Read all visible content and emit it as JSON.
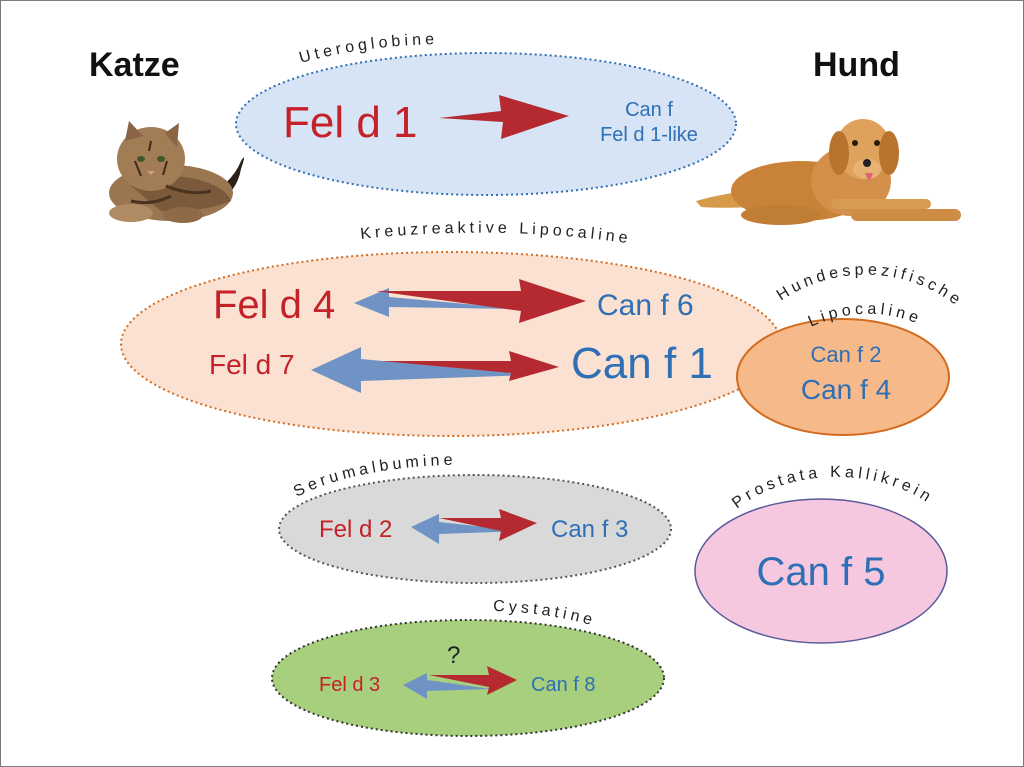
{
  "colors": {
    "red": "#c42128",
    "blue": "#2e6fb5",
    "arrow_red": "#b52a30",
    "arrow_blue": "#6f93c4"
  },
  "animals": {
    "left": "Katze",
    "right": "Hund",
    "left_icon": "cat-icon",
    "right_icon": "dog-icon"
  },
  "groups": {
    "uteroglobine": {
      "title": "Uteroglobine",
      "cat": "Fel d 1",
      "dog_line1": "Can f",
      "dog_line2": "Fel d 1-like"
    },
    "lipocaline": {
      "title": "Kreuzreaktive Lipocaline",
      "row1_cat": "Fel d 4",
      "row1_dog": "Can f 6",
      "row2_cat": "Fel d 7",
      "row2_dog": "Can f 1"
    },
    "hundespezifisch": {
      "title_line1": "Hundespezifische",
      "title_line2": "Lipocaline",
      "dog1": "Can f 2",
      "dog2": "Can f 4"
    },
    "serumalbumine": {
      "title": "Serumalbumine",
      "cat": "Fel d 2",
      "dog": "Can f 3"
    },
    "kallikrein": {
      "title": "Prostata Kallikrein",
      "dog": "Can f 5"
    },
    "cystatine": {
      "title": "Cystatine",
      "question": "?",
      "cat": "Fel d 3",
      "dog": "Can f 8"
    }
  }
}
